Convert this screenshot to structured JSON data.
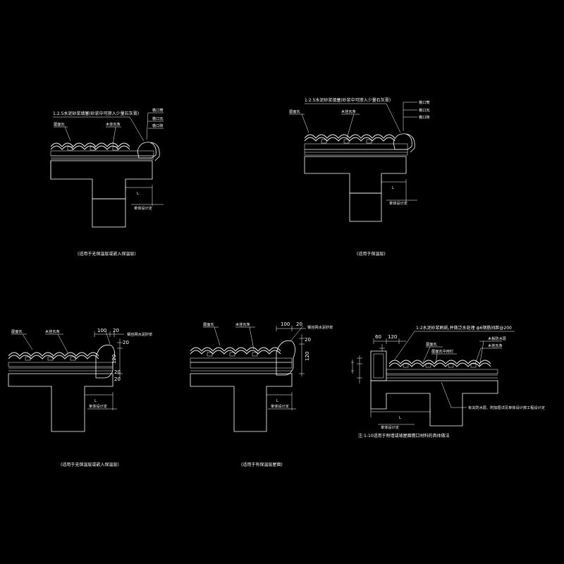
{
  "details": [
    {
      "id": "detail-1",
      "top_note": "1:2.5水泥砂浆填塞(砂浆中可掺入少量石灰膏)",
      "labels": [
        "屋面瓦",
        "木挂瓦条",
        "檐口筒",
        "檐口瓦",
        "檐口砖"
      ],
      "caption": "(适用于无保温层或嵌入保温层)",
      "dimension_note": "单体设计定",
      "dimension_letter": "L"
    },
    {
      "id": "detail-2",
      "top_note": "1:2.5水泥砂浆填塞(砂浆中可掺入少量石灰膏)",
      "labels": [
        "屋面瓦",
        "木挂瓦条",
        "檐口筒",
        "檐口瓦",
        "檐口砖"
      ],
      "caption": "(适用于保温层)",
      "dimension_note": "单体设计定",
      "dimension_letter": "L"
    },
    {
      "id": "detail-3",
      "top_note": "",
      "labels": [
        "屋面瓦",
        "木挂瓦条",
        "钢丝网水泥砂浆"
      ],
      "dims": [
        "100",
        "20",
        "20",
        "120",
        "20",
        "20"
      ],
      "caption": "(适用于无保温层或嵌入保温层)",
      "dimension_note": "单体设计定",
      "dimension_letter": "L"
    },
    {
      "id": "detail-4",
      "top_note": "",
      "labels": [
        "屋面瓦",
        "木挂瓦条",
        "钢丝网水泥砂浆"
      ],
      "dims": [
        "100",
        "20",
        "20",
        "120"
      ],
      "caption": "(适用于有保温层屋面)",
      "dimension_note": "单体设计定",
      "dimension_letter": "L"
    },
    {
      "id": "detail-5",
      "top_note": "1:2水泥砂浆刷纸,并做泛水处理 ф6钢筋间距@200",
      "labels": [
        "屋面瓦",
        "屋面瓦中用钉",
        "木板防水层",
        "木挂瓦条",
        "有关防水层、附加层详见单体设计按工程设计定"
      ],
      "dims": [
        "60",
        "120"
      ],
      "caption": "注:1-10适用于附墙或坡屋面檐口材料的具体做法",
      "dimension_note": "单体设计定",
      "dimension_letter": "L"
    }
  ]
}
